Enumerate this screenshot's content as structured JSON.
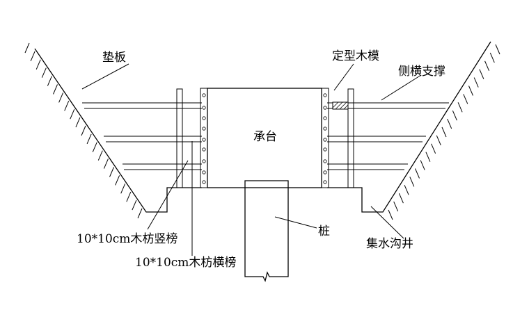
{
  "labels": {
    "pad": "垫板",
    "formwork": "定型木模",
    "side_brace": "侧横支撑",
    "cap": "承台",
    "vertical_timber": "10*10cm木枋竖榜",
    "horizontal_timber": "10*10cm木枋横榜",
    "pile": "桩",
    "sump": "集水沟井"
  }
}
